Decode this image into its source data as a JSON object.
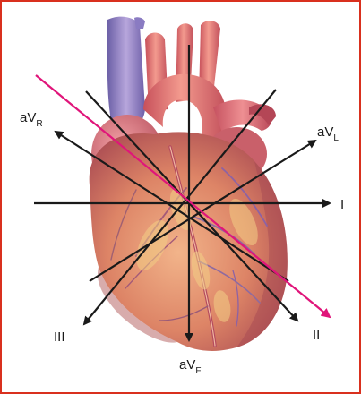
{
  "figure": {
    "border_color": "#d9301e",
    "axis_color": "#1a1a1a",
    "highlight_color": "#e0157a",
    "leads": {
      "aVR": {
        "main": "aV",
        "sub": "R"
      },
      "aVL": {
        "main": "aV",
        "sub": "L"
      },
      "aVF": {
        "main": "aV",
        "sub": "F"
      },
      "I": {
        "main": "I"
      },
      "II": {
        "main": "II"
      },
      "III": {
        "main": "III"
      }
    }
  }
}
